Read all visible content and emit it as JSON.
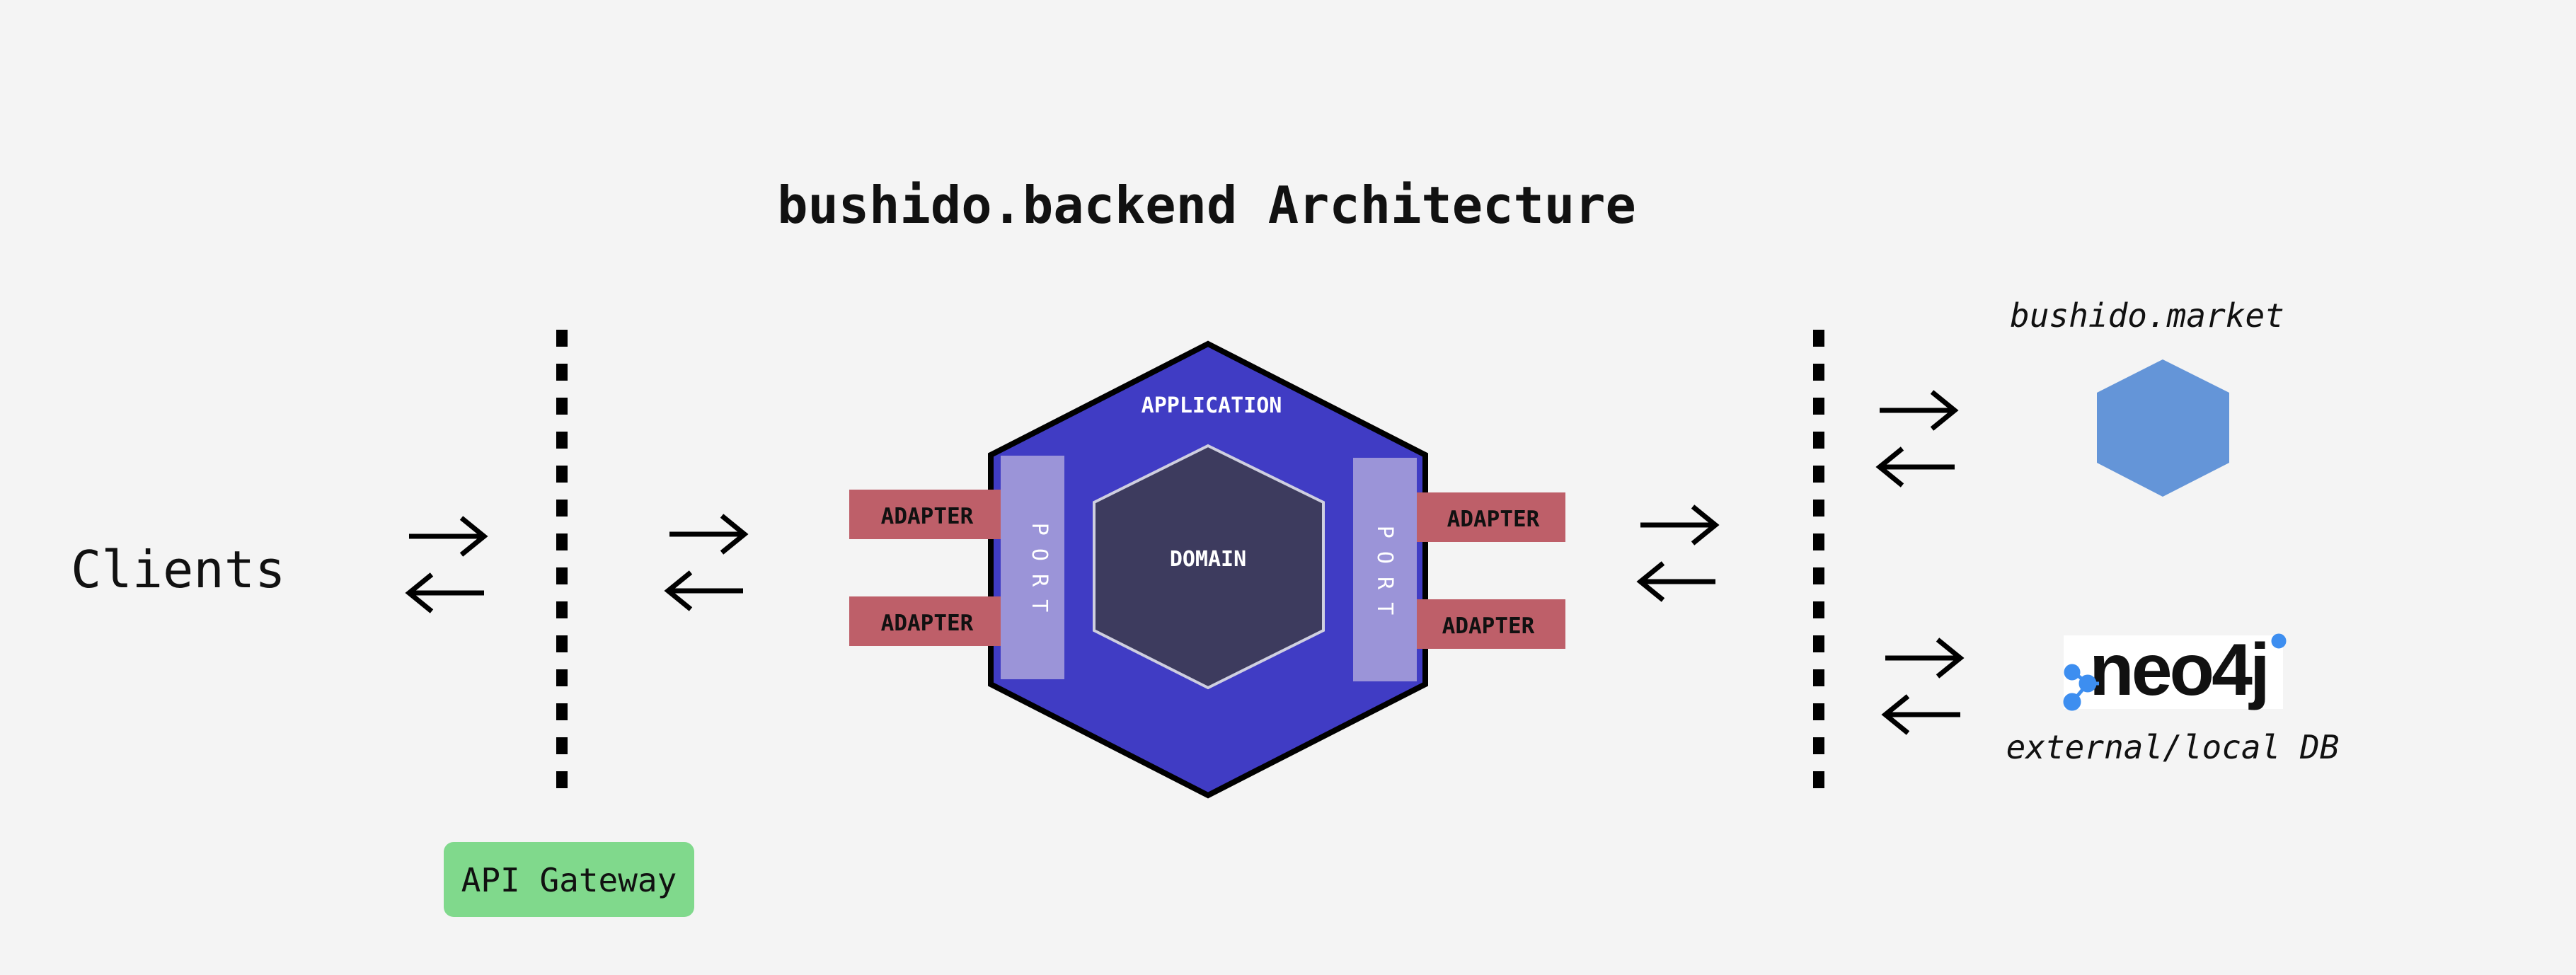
{
  "title": "bushido.backend Architecture",
  "clients_label": "Clients",
  "api_gateway_label": "API Gateway",
  "application_label": "APPLICATION",
  "domain_label": "DOMAIN",
  "port_label": "P O R T",
  "adapter_label": "ADAPTER",
  "market_label": "bushido.market",
  "neo4j_logo": "neo4j",
  "db_label": "external/local DB",
  "colors": {
    "background": "#f4f4f4",
    "application": "#403cc4",
    "domain": "#3d3b5e",
    "port": "#9b94d8",
    "adapter": "#be5f69",
    "api_gateway": "#80d98c",
    "market_hex": "#6495d8",
    "neo4j_accent": "#3d8ef0"
  },
  "icons": [
    "arrow-right-icon",
    "arrow-left-icon",
    "neo4j-logo-icon"
  ]
}
